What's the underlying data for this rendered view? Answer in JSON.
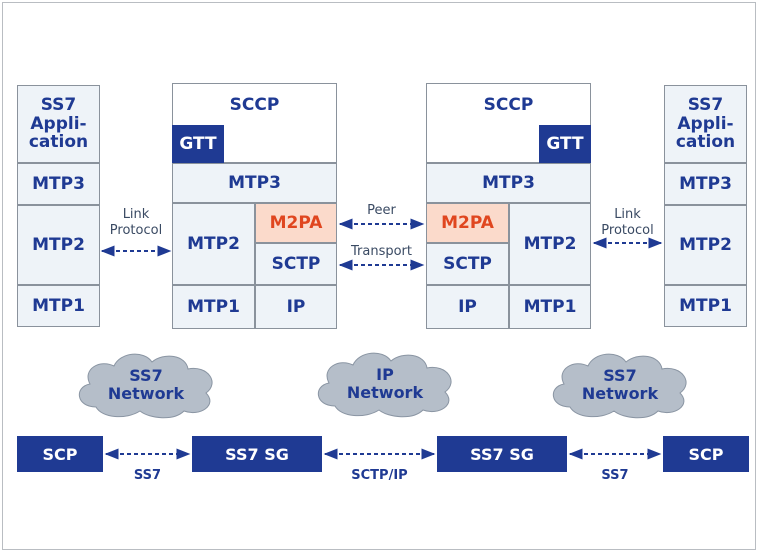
{
  "left_app": {
    "app": "SS7\nAppli-\ncation",
    "mtp3": "MTP3",
    "mtp2": "MTP2",
    "mtp1": "MTP1"
  },
  "left_sg": {
    "sccp": "SCCP",
    "gtt": "GTT",
    "mtp3": "MTP3",
    "mtp2": "MTP2",
    "m2pa": "M2PA",
    "sctp": "SCTP",
    "mtp1": "MTP1",
    "ip": "IP"
  },
  "right_sg": {
    "sccp": "SCCP",
    "gtt": "GTT",
    "mtp3": "MTP3",
    "m2pa": "M2PA",
    "mtp2": "MTP2",
    "sctp": "SCTP",
    "ip": "IP",
    "mtp1": "MTP1"
  },
  "right_app": {
    "app": "SS7\nAppli-\ncation",
    "mtp3": "MTP3",
    "mtp2": "MTP2",
    "mtp1": "MTP1"
  },
  "links": {
    "left_link": "Link\nProtocol",
    "peer": "Peer",
    "transport": "Transport",
    "right_link": "Link\nProtocol"
  },
  "networks": {
    "left": "SS7\nNetwork",
    "middle": "IP\nNetwork",
    "right": "SS7\nNetwork"
  },
  "nodes": {
    "scp_left": "SCP",
    "sg_left": "SS7 SG",
    "sg_right": "SS7 SG",
    "scp_right": "SCP"
  },
  "node_links": {
    "left": "SS7",
    "middle": "SCTP/IP",
    "right": "SS7"
  },
  "colors": {
    "blue": "#1f3a93",
    "stack_fill": "#eef3f8",
    "highlight_fill": "#fbdacb",
    "highlight_text": "#e0461f",
    "cloud_fill": "#b5bec9"
  }
}
